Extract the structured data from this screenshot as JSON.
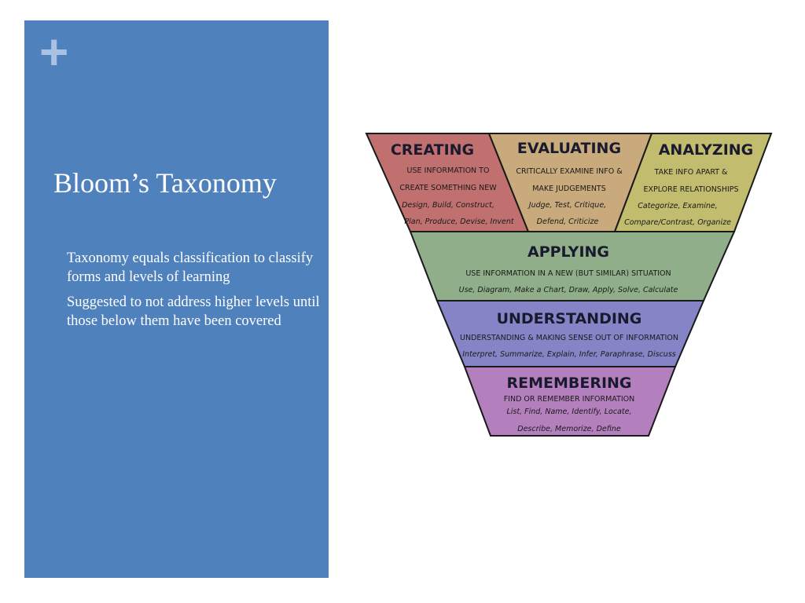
{
  "slide": {
    "plus_symbol": "+",
    "title": "Bloom’s Taxonomy",
    "bullets": [
      "Taxonomy equals classification to classify forms and levels of learning",
      "Suggested to not address higher levels until those below them have been covered"
    ]
  },
  "diagram": {
    "levels": [
      {
        "id": "creating",
        "title": "CREATING",
        "color": "#c0706f",
        "lines": [
          "USE INFORMATION TO",
          "CREATE SOMETHING NEW"
        ],
        "verbs": [
          "Design, Build, Construct,",
          "Plan, Produce, Devise, Invent"
        ]
      },
      {
        "id": "evaluating",
        "title": "EVALUATING",
        "color": "#c9aa7c",
        "lines": [
          "CRITICALLY EXAMINE INFO &",
          "MAKE JUDGEMENTS"
        ],
        "verbs": [
          "Judge, Test, Critique,",
          "Defend, Criticize"
        ]
      },
      {
        "id": "analyzing",
        "title": "ANALYZING",
        "color": "#c1bc6e",
        "lines": [
          "TAKE INFO APART &",
          "EXPLORE RELATIONSHIPS"
        ],
        "verbs": [
          "Categorize, Examine,",
          "Compare/Contrast, Organize"
        ]
      },
      {
        "id": "applying",
        "title": "APPLYING",
        "color": "#8fae89",
        "lines": [
          "USE INFORMATION IN A NEW (BUT SIMILAR) SITUATION"
        ],
        "verbs": [
          "Use, Diagram, Make a Chart, Draw, Apply, Solve, Calculate"
        ]
      },
      {
        "id": "understanding",
        "title": "UNDERSTANDING",
        "color": "#8484c6",
        "lines": [
          "UNDERSTANDING & MAKING SENSE OUT OF INFORMATION"
        ],
        "verbs": [
          "Interpret, Summarize, Explain, Infer, Paraphrase, Discuss"
        ]
      },
      {
        "id": "remembering",
        "title": "REMEMBERING",
        "color": "#b380bd",
        "lines": [
          "FIND OR REMEMBER INFORMATION"
        ],
        "verbs": [
          "List, Find, Name, Identify, Locate,",
          "Describe, Memorize, Define"
        ]
      }
    ]
  }
}
